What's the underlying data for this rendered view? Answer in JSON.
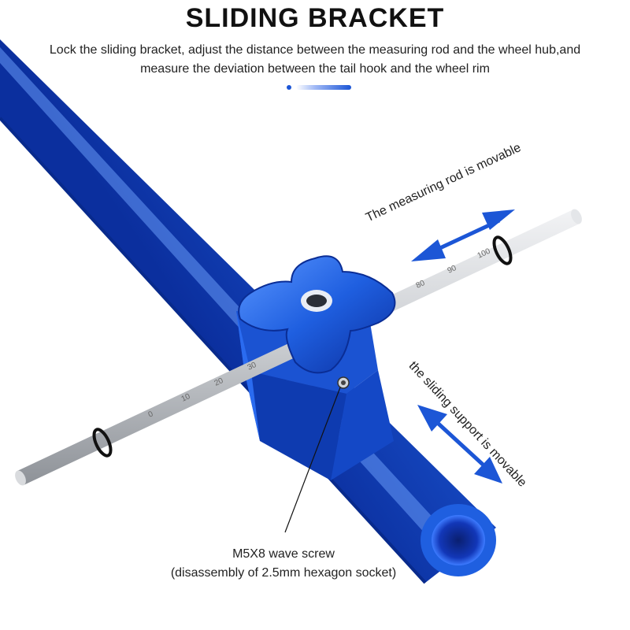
{
  "title": "SLIDING BRACKET",
  "subtitle": "Lock the sliding bracket, adjust the distance between the measuring rod and the wheel hub,and measure the deviation between the tail hook and the wheel rim",
  "annotations": {
    "rod_movable": "The measuring rod is movable",
    "support_movable": "the sliding support is movable",
    "screw_name": "M5X8 wave screw",
    "screw_note": "(disassembly of 2.5mm hexagon socket)"
  },
  "scale_marks": [
    "0",
    "10",
    "20",
    "30",
    "80",
    "90",
    "100"
  ],
  "colors": {
    "tube_blue": "#1f5fe0",
    "tube_dark": "#0b2f9e",
    "tube_light": "#4f8dff",
    "arrow_blue": "#1c56d6",
    "rod_steel": "#c9ccd0",
    "ring_black": "#111111"
  },
  "icons": {
    "rod_arrow": "double-arrow-icon",
    "support_arrow": "double-arrow-icon",
    "knob": "star-knob-icon",
    "screw": "hex-socket-screw-icon"
  }
}
